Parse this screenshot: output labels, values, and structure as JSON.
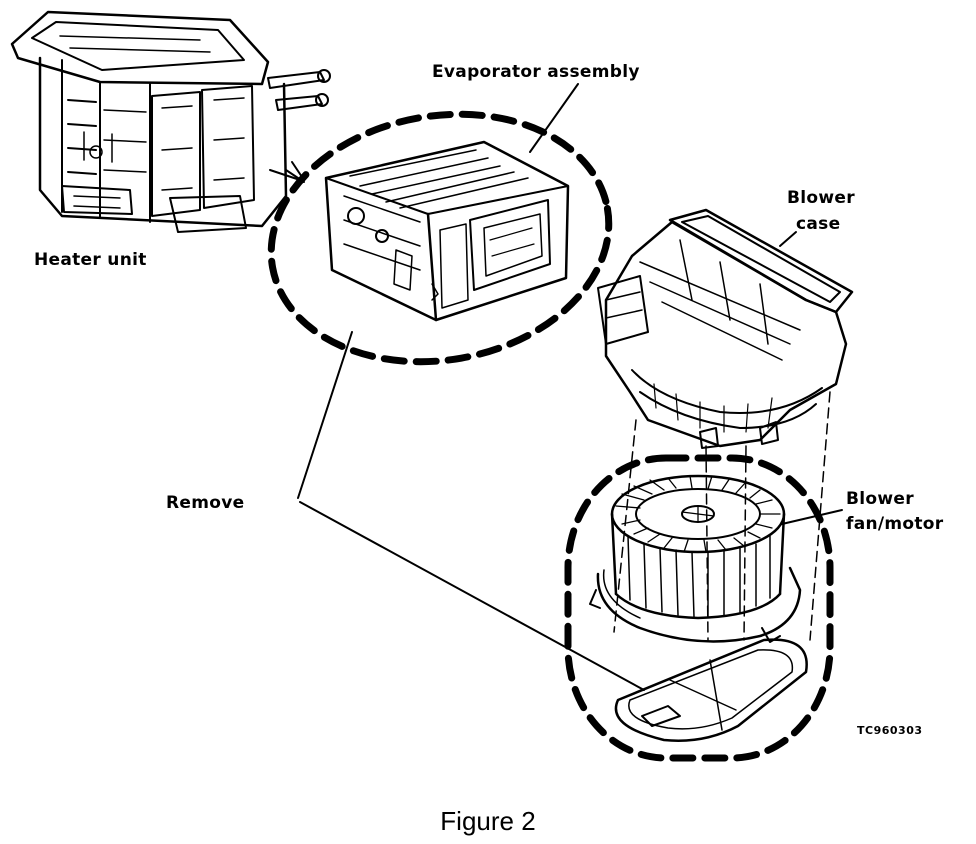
{
  "labels": {
    "evaporator": "Evaporator assembly",
    "heater": "Heater unit",
    "blower_case_line1": "Blower",
    "blower_case_line2": "case",
    "blower_fan_line1": "Blower",
    "blower_fan_line2": "fan/motor",
    "remove": "Remove",
    "code": "TC960303"
  },
  "caption": "Figure 2",
  "icons": [
    "heater-unit-illustration",
    "evaporator-assembly-illustration",
    "blower-case-illustration",
    "blower-fan-motor-illustration",
    "filter-plate-illustration"
  ]
}
